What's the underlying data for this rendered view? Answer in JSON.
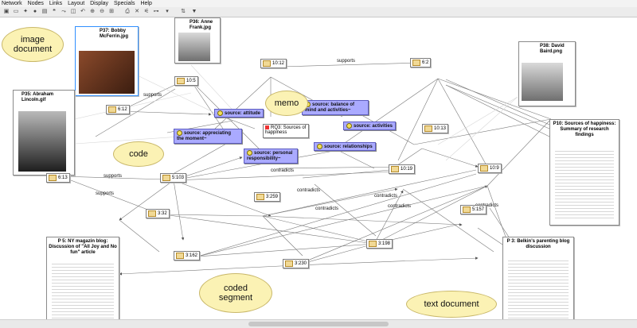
{
  "menu": [
    "Network",
    "Nodes",
    "Links",
    "Layout",
    "Display",
    "Specials",
    "Help"
  ],
  "callouts": {
    "image_document": "image document",
    "memo": "memo",
    "code": "code",
    "coded_segment": "coded segment",
    "text_document": "text document"
  },
  "images": {
    "p37": "P37: Bobby McFerrin.jpg",
    "p36": "P36: Anne Frank.jpg",
    "p35": "P35: Abraham Lincoln.gif",
    "p38": "P38: David Baird.png"
  },
  "docs": {
    "p10": "P10: Sources of happiness: Summary of research findings",
    "p5": "P 5: NY magazin blog: Discussion of \"All Joy and No fun\" article",
    "p3": "P 3: Belkin's parenting blog discussion"
  },
  "codes": {
    "attitude": "source: attitude",
    "balance": "source: balance of mind and activities~",
    "activities": "source: activities",
    "moment": "source: appreciating the moment~",
    "relationships": "source: relationships",
    "responsibility": "source: personal responsibility~"
  },
  "memo": {
    "rq3": "RQ3: Sources of happiness"
  },
  "segments": {
    "s10_12": "10:12",
    "s6_2": "6:2",
    "s10_5": "10:5",
    "s6_12": "6:12",
    "s10_13": "10:13",
    "s6_13": "6:13",
    "s5_103": "5:103",
    "s10_19": "10:19",
    "s10_9": "10:9",
    "s3_259": "3:259",
    "s3_32": "3:32",
    "s5_157": "5:157",
    "s3_198": "3:198",
    "s3_162": "3:162",
    "s3_230": "3:230"
  },
  "links": {
    "supports": "supports",
    "contradicts": "contradicts"
  }
}
